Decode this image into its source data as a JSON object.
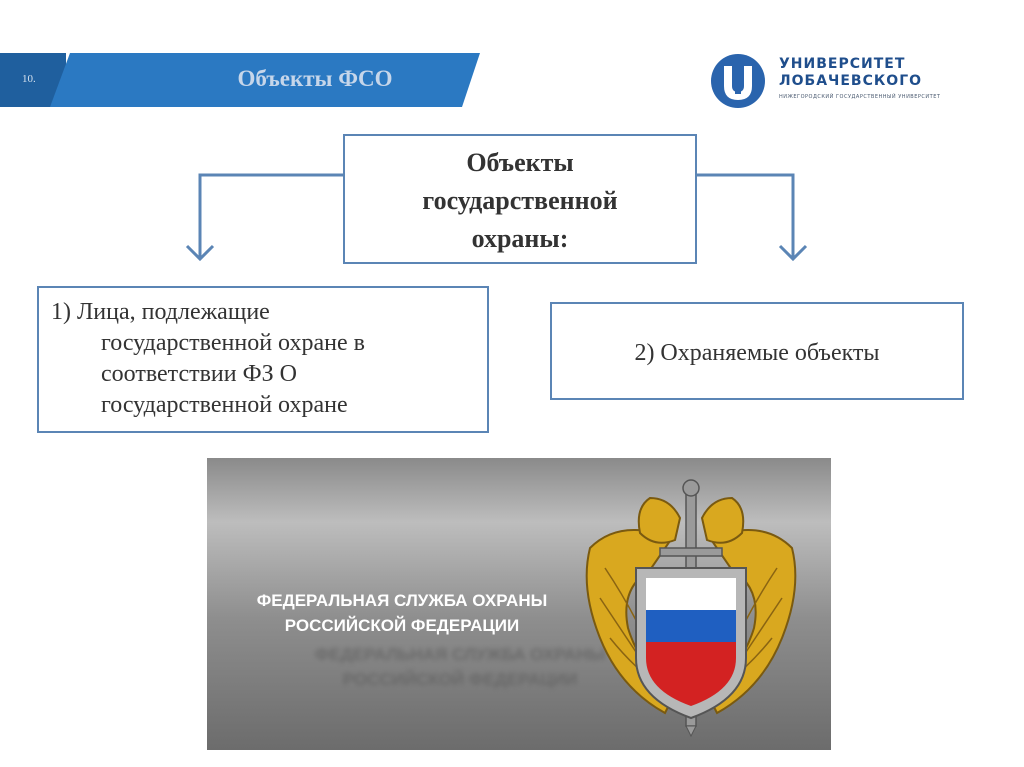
{
  "header": {
    "slide_number": "10.",
    "title": "Объекты ФСО"
  },
  "logo": {
    "line1": "УНИВЕРСИТЕТ",
    "line2": "ЛОБАЧЕВСКОГО",
    "line3": "НИЖЕГОРОДСКИЙ ГОСУДАРСТВЕННЫЙ УНИВЕРСИТЕТ"
  },
  "diagram": {
    "main": {
      "line1": "Объекты",
      "line2": "государственной",
      "line3": "охраны:"
    },
    "left": {
      "line1": "1) Лица, подлежащие",
      "line2": "государственной охране в",
      "line3": "соответствии ФЗ О",
      "line4": "государственной охране"
    },
    "right": {
      "label": "2) Охраняемые объекты"
    }
  },
  "banner": {
    "line1": "ФЕДЕРАЛЬНАЯ СЛУЖБА ОХРАНЫ",
    "line2": "РОССИЙСКОЙ ФЕДЕРАЦИИ"
  },
  "colors": {
    "header_band": "#2b79c2",
    "box_border": "#5b85b5",
    "logo_blue": "#1f4e8c"
  }
}
